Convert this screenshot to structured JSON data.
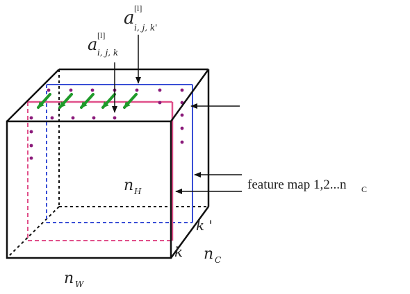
{
  "colors": {
    "outline": "#111111",
    "blue_map": "#3a4fd6",
    "pink_map": "#e0508a",
    "dots": "#8a1a7a",
    "arrows": "#1f9a2a"
  },
  "labels": {
    "a_top_base": "a",
    "a_top_sup": "[l]",
    "a_top_sub": "i, j, k'",
    "a_mid_base": "a",
    "a_mid_sup": "[l]",
    "a_mid_sub": "i, j, k",
    "n_h_base": "n",
    "n_h_sub": "H",
    "n_w_base": "n",
    "n_w_sub": "W",
    "n_c_base": "n",
    "n_c_sub": "C",
    "k_label": "k",
    "k_prime_label": "k '",
    "feature_map_text": "feature map 1,2...n",
    "feature_map_sub": "C"
  }
}
